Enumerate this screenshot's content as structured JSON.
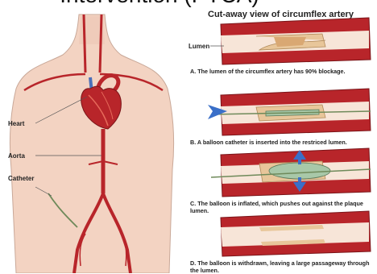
{
  "page_title": "Intervention (PTCA)",
  "panel_title": "Cut-away view of circumflex artery",
  "labels": {
    "lumen": "Lumen",
    "heart": "Heart",
    "aorta": "Aorta",
    "catheter": "Catheter"
  },
  "steps": [
    {
      "letter": "A.",
      "text": "The lumen of the circumflex artery has 90% blockage."
    },
    {
      "letter": "B.",
      "text": "A balloon catheter is inserted into the restriced lumen."
    },
    {
      "letter": "C.",
      "text": "The balloon is inflated, which pushes out against the plaque lumen."
    },
    {
      "letter": "D.",
      "text": "The balloon is withdrawn, leaving a large passageway through the lumen."
    }
  ],
  "colors": {
    "artery_red": "#b8252a",
    "plaque": "#e8c69a",
    "balloon": "#a8c8a8",
    "arrow_blue": "#3a6fc8",
    "skin": "#f3d3c2"
  }
}
